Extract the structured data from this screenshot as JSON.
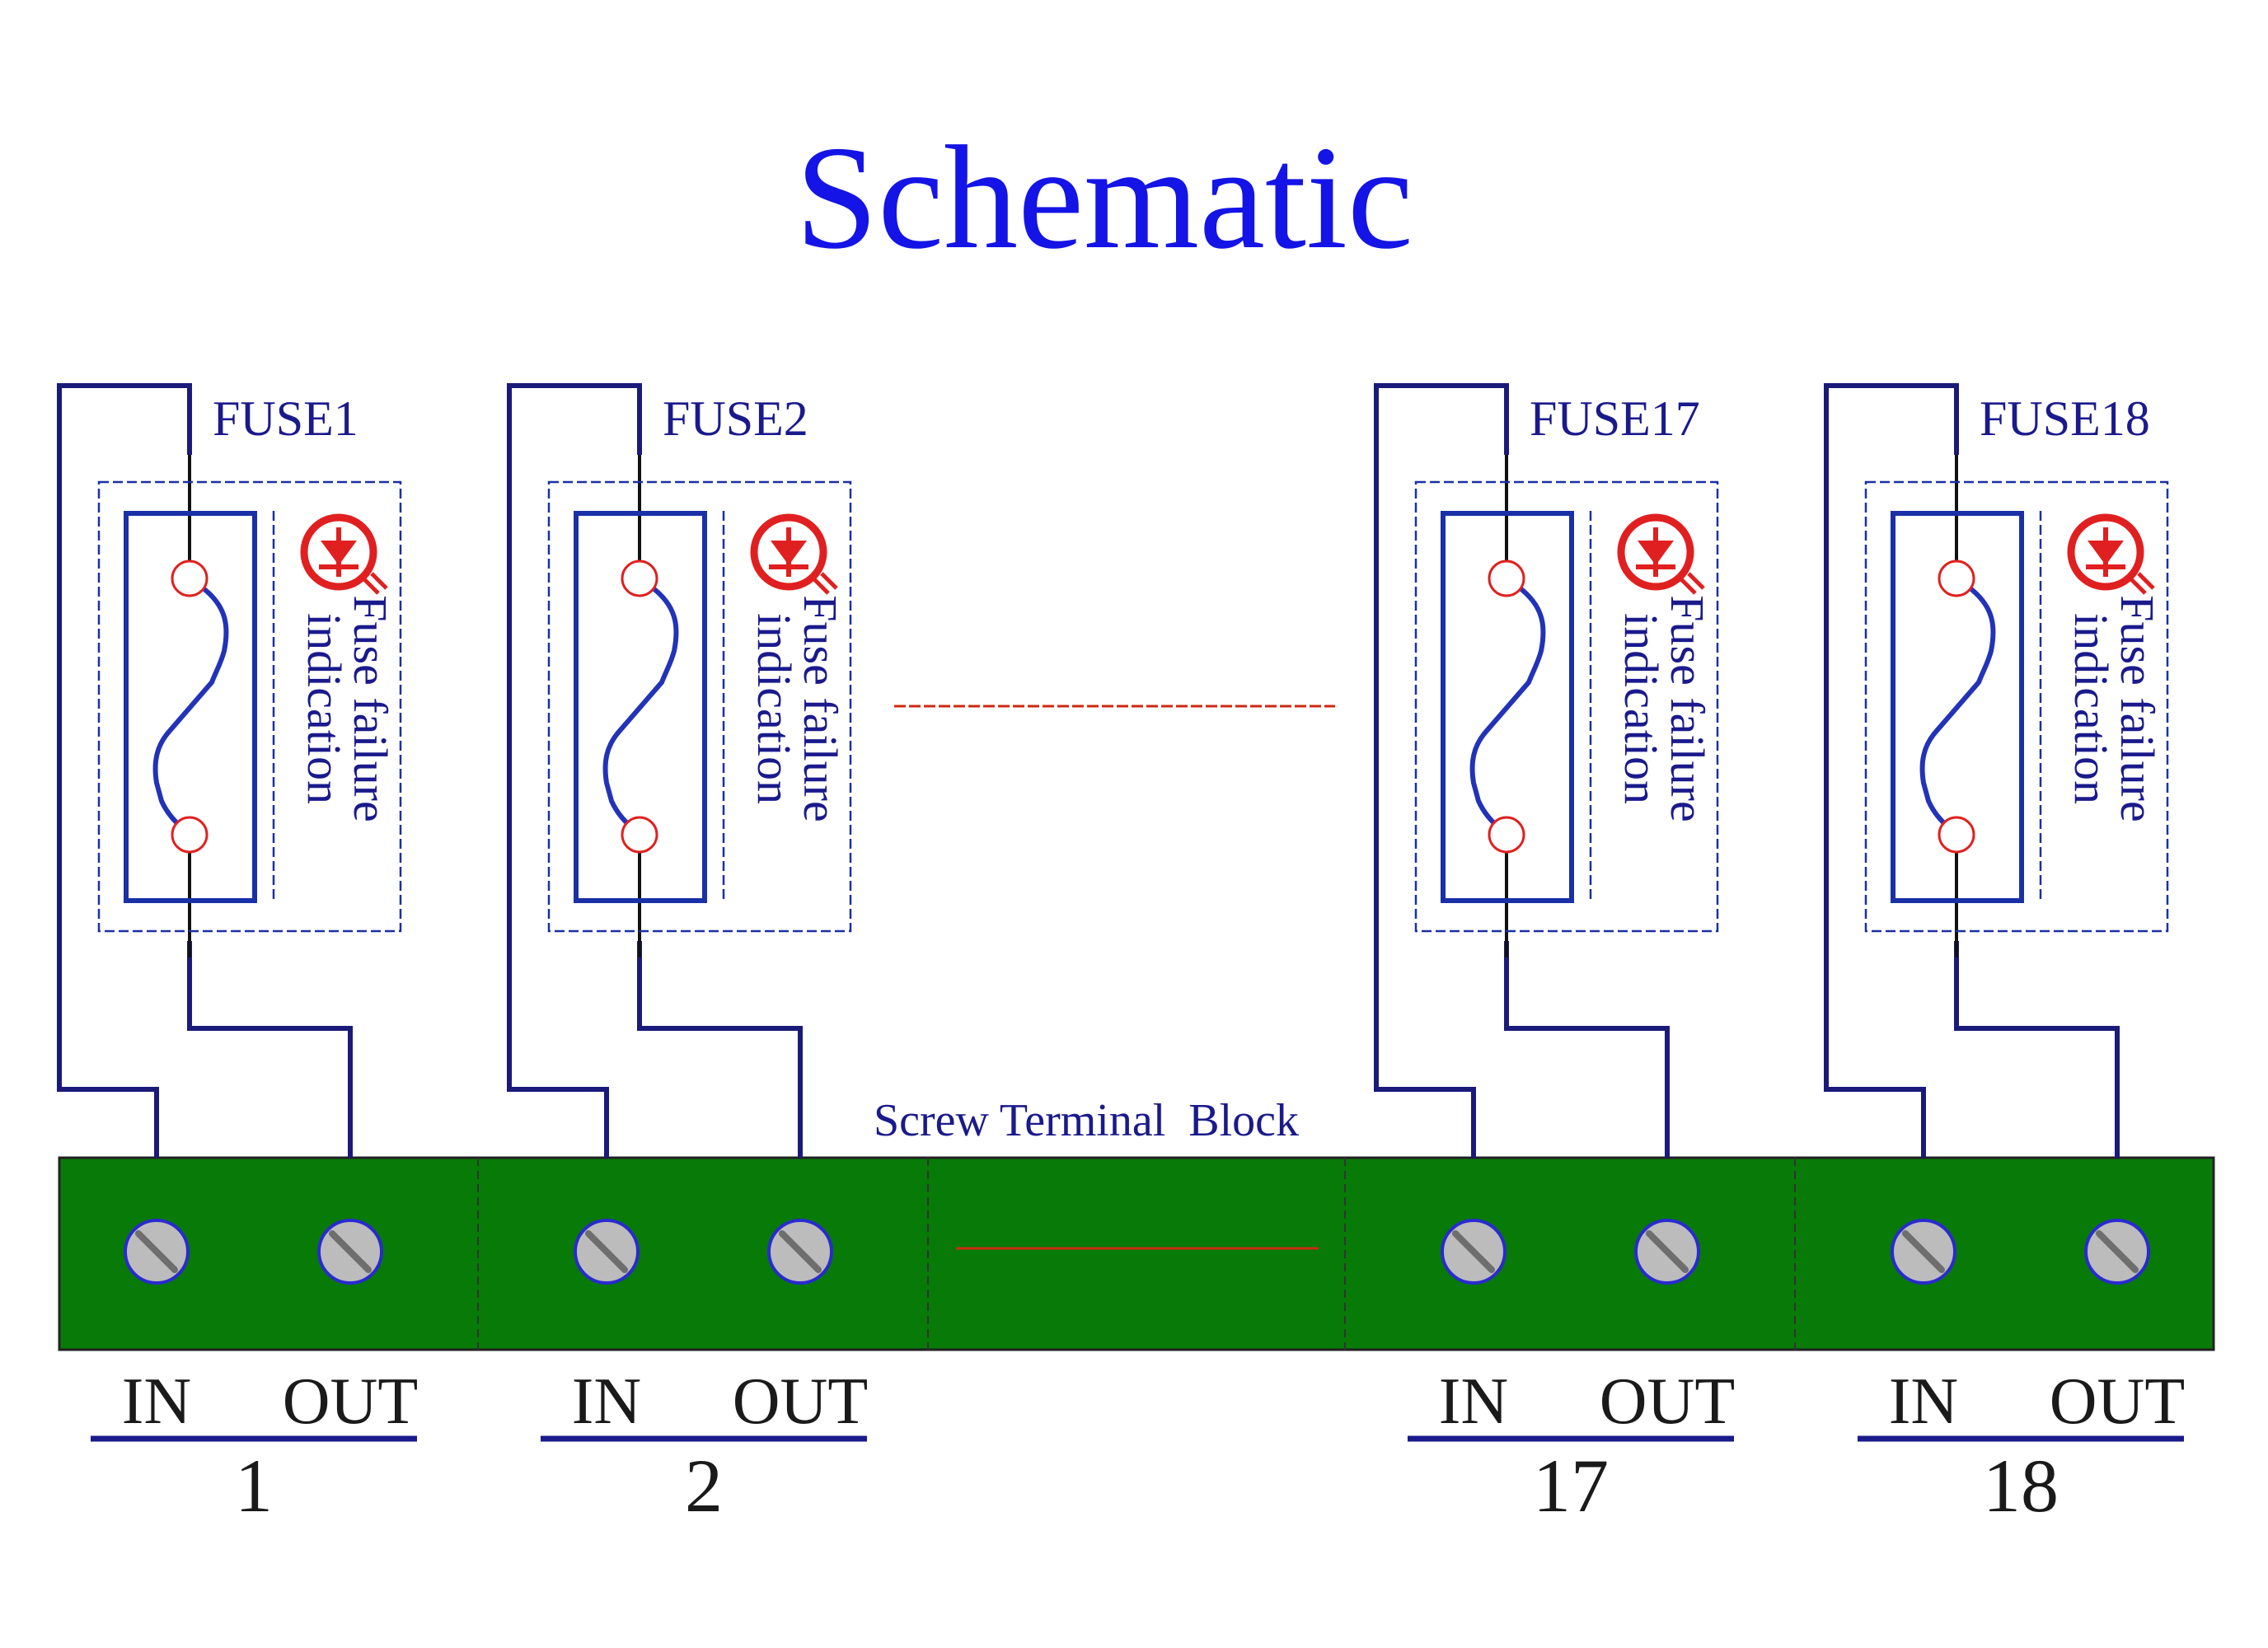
{
  "title": "Schematic",
  "block_label": "Screw Terminal  Block",
  "indicator_text": [
    "Fuse failure",
    "indication"
  ],
  "terminal_labels": {
    "in": "IN",
    "out": "OUT"
  },
  "channels": [
    {
      "fuse": "FUSE1",
      "number": "1"
    },
    {
      "fuse": "FUSE2",
      "number": "2"
    },
    {
      "fuse": "FUSE17",
      "number": "17"
    },
    {
      "fuse": "FUSE18",
      "number": "18"
    }
  ],
  "colors": {
    "title": "#1414e6",
    "wire": "#1a1a7a",
    "navy": "#1a1a8c",
    "fuse_box": "#1a30a6",
    "lead": "#111111",
    "red": "#e02020",
    "block": "#077a07",
    "block_edge": "#222222",
    "screw": "#bcbcbc",
    "screw_rim": "#2a2ad0",
    "label": "#1a1a1a",
    "dash_red": "#cc2a10"
  }
}
